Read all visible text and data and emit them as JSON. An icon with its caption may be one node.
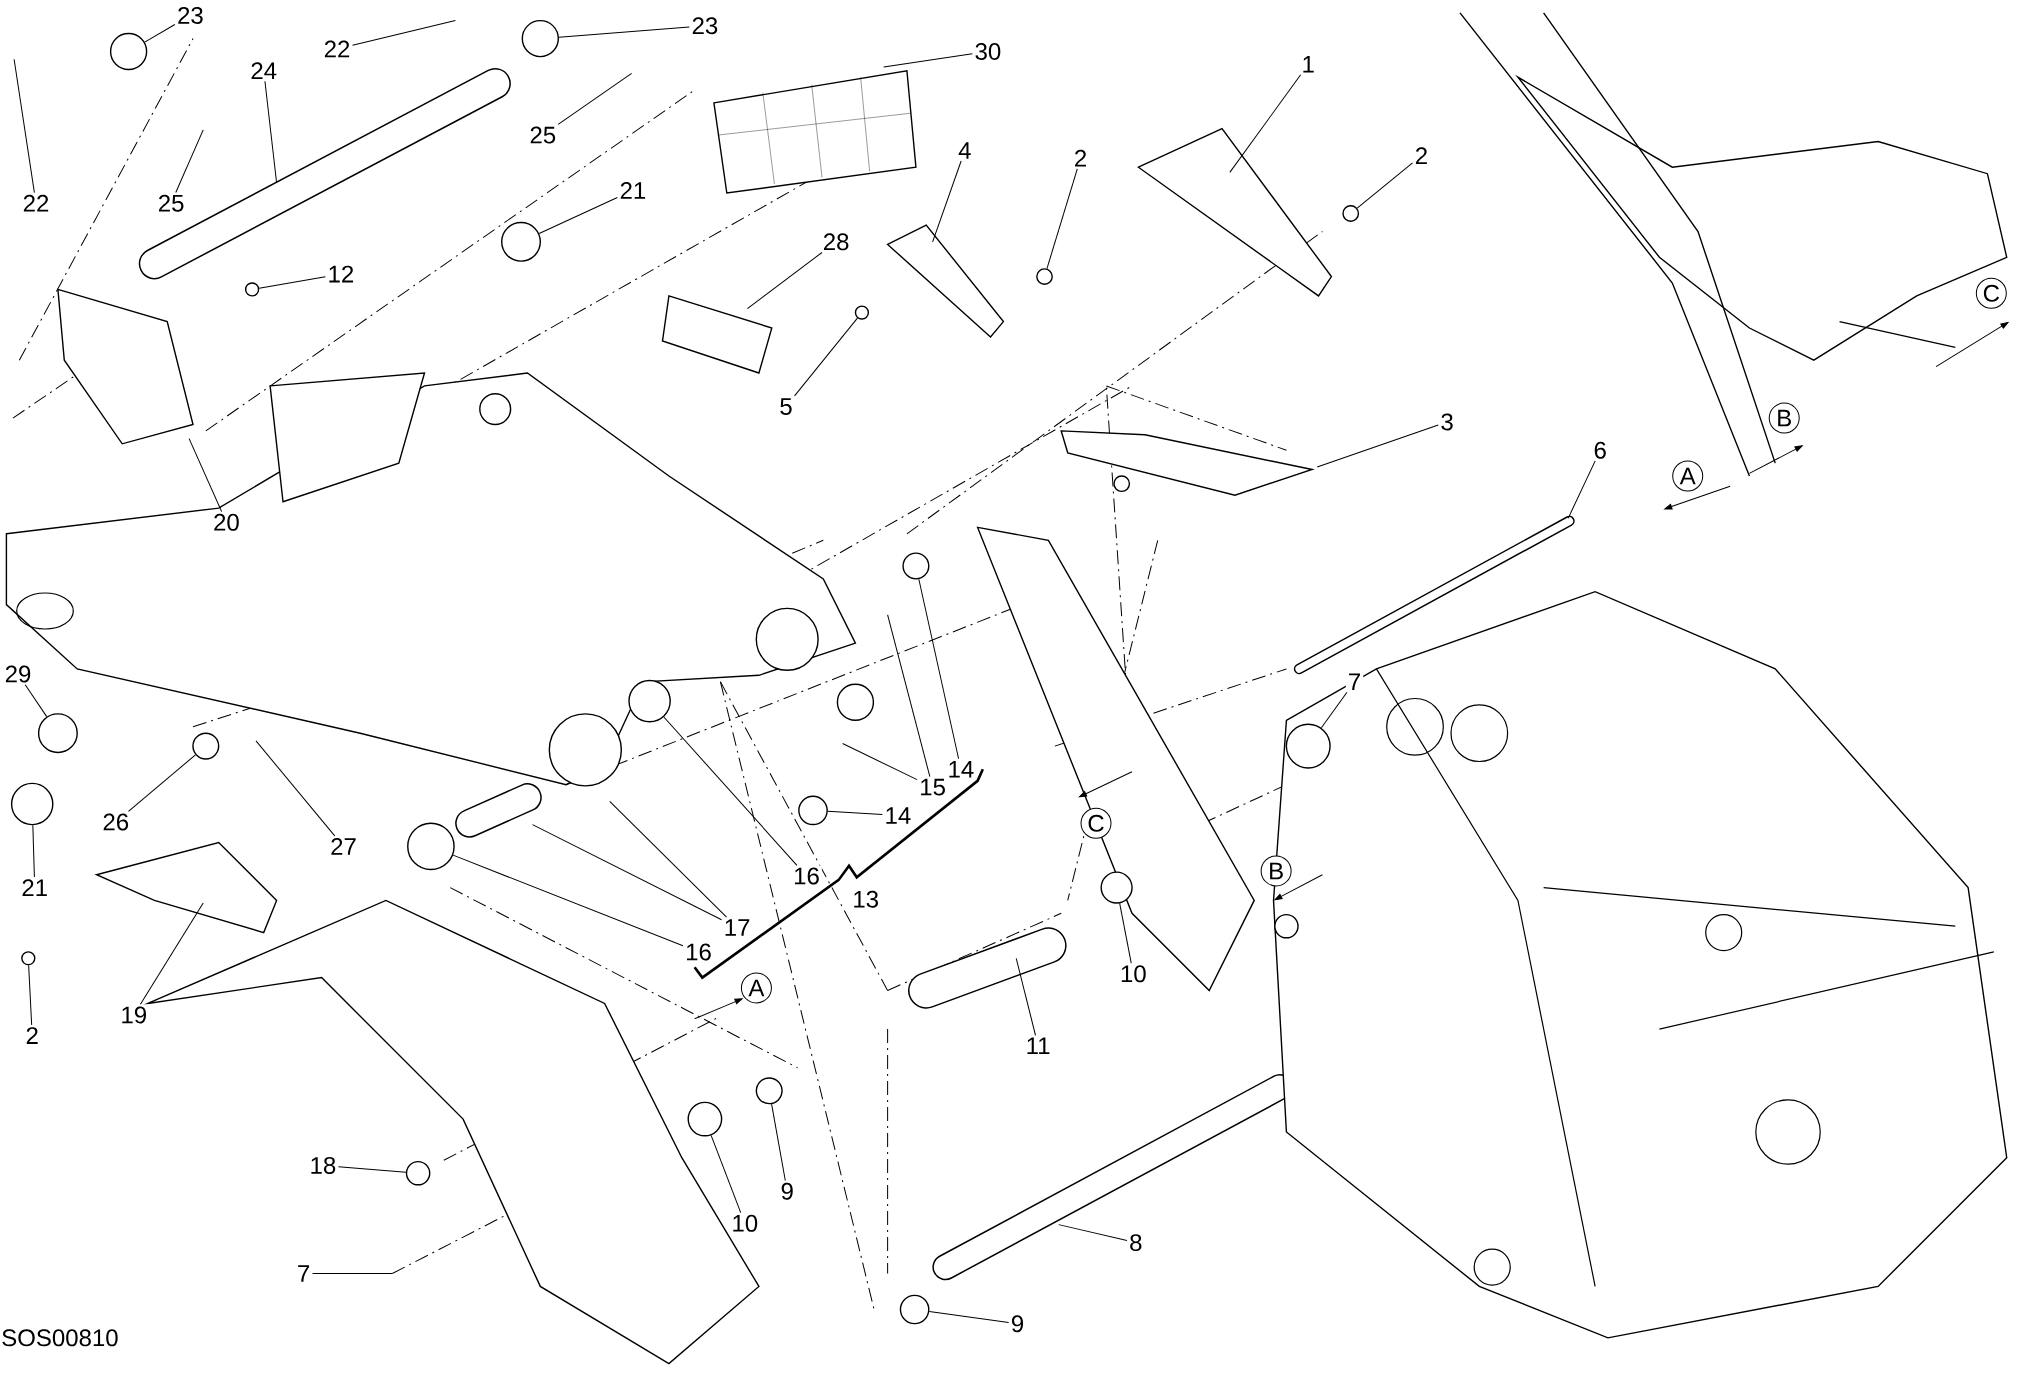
{
  "diagram": {
    "nodes": [
      {
        "text": [
          "23"
        ]
      },
      {
        "text": [
          "22"
        ]
      },
      {
        "text": [
          "25"
        ]
      },
      {
        "text": [
          "24"
        ]
      },
      {
        "text": [
          "22"
        ]
      },
      {
        "text": [
          "23"
        ]
      },
      {
        "text": [
          "25"
        ]
      },
      {
        "text": [
          "30"
        ]
      },
      {
        "text": [
          "21"
        ]
      },
      {
        "text": [
          "12"
        ]
      },
      {
        "text": [
          "28"
        ]
      },
      {
        "text": [
          "4"
        ]
      },
      {
        "text": [
          "2"
        ]
      },
      {
        "text": [
          "5"
        ]
      },
      {
        "text": [
          "20"
        ]
      },
      {
        "text": [
          "29"
        ]
      },
      {
        "text": [
          "21"
        ]
      },
      {
        "text": [
          "26"
        ]
      },
      {
        "text": [
          "27"
        ]
      },
      {
        "text": [
          "2"
        ]
      },
      {
        "text": [
          "19"
        ]
      },
      {
        "text": [
          "16"
        ]
      },
      {
        "text": [
          "17"
        ]
      },
      {
        "text": [
          "16"
        ]
      },
      {
        "text": [
          "13"
        ]
      },
      {
        "text": [
          "15"
        ]
      },
      {
        "text": [
          "14"
        ]
      },
      {
        "text": [
          "14"
        ]
      },
      {
        "text": [
          "11"
        ]
      },
      {
        "text": [
          "18"
        ]
      },
      {
        "text": [
          "10"
        ]
      },
      {
        "text": [
          "9"
        ]
      },
      {
        "text": [
          "7"
        ]
      },
      {
        "text": [
          "9"
        ]
      },
      {
        "text": [
          "8"
        ]
      },
      {
        "text": [
          "10"
        ]
      },
      {
        "text": [
          "7"
        ]
      },
      {
        "text": [
          "1"
        ]
      },
      {
        "text": [
          "2"
        ]
      },
      {
        "text": [
          "3"
        ]
      },
      {
        "text": [
          "6"
        ]
      },
      {
        "text": [],
        "shape": "circle"
      },
      {
        "text": [],
        "shape": "circle"
      },
      {
        "text": [],
        "shape": "circle"
      },
      {
        "text": [],
        "shape": "circle"
      },
      {
        "text": [],
        "shape": "circle"
      },
      {
        "text": [],
        "shape": "circle"
      },
      {
        "text": [],
        "shape": "circle"
      },
      {
        "text": [],
        "shape": "circle"
      },
      {
        "text": [],
        "shape": "circle"
      },
      {
        "text": [],
        "shape": "circle"
      },
      {
        "text": [],
        "shape": "circle"
      },
      {
        "text": [],
        "shape": "circle"
      },
      {
        "text": [],
        "shape": "circle"
      },
      {
        "text": [],
        "shape": "circle"
      },
      {
        "text": [],
        "shape": "circle"
      },
      {
        "text": [],
        "shape": "circle"
      },
      {
        "text": [],
        "shape": "circle"
      },
      {
        "text": [],
        "shape": "circle"
      },
      {
        "text": [],
        "shape": "circle"
      },
      {
        "text": [],
        "shape": "circle"
      },
      {
        "text": [],
        "shape": "circle"
      },
      {
        "text": [
          "C"
        ]
      },
      {
        "text": [
          "B"
        ]
      },
      {
        "text": [
          "A"
        ]
      },
      {
        "text": [
          "C"
        ]
      },
      {
        "text": [
          "B"
        ]
      },
      {
        "text": [
          "A"
        ]
      }
    ],
    "edges": [
      {
        "from": 0,
        "to": 41,
        "arrow": "none"
      },
      {
        "from": 1,
        "to": null,
        "arrow": "none"
      },
      {
        "from": 2,
        "to": null,
        "arrow": "none"
      },
      {
        "from": 3,
        "to": null,
        "arrow": "none"
      },
      {
        "from": 4,
        "to": null,
        "arrow": "none"
      },
      {
        "from": 5,
        "to": 42,
        "arrow": "none"
      },
      {
        "from": 6,
        "to": null,
        "arrow": "none"
      },
      {
        "from": 7,
        "to": null,
        "arrow": "none"
      },
      {
        "from": 8,
        "to": 43,
        "arrow": "none"
      },
      {
        "from": 9,
        "to": 44,
        "arrow": "none"
      },
      {
        "from": 10,
        "to": null,
        "arrow": "none"
      },
      {
        "from": 11,
        "to": null,
        "arrow": "none"
      },
      {
        "from": 12,
        "to": 45,
        "arrow": "none"
      },
      {
        "from": 13,
        "to": 46,
        "arrow": "none"
      },
      {
        "from": 14,
        "to": null,
        "arrow": "none"
      },
      {
        "from": 15,
        "to": 47,
        "arrow": "none"
      },
      {
        "from": 16,
        "to": 48,
        "arrow": "none"
      },
      {
        "from": 17,
        "to": 49,
        "arrow": "none"
      },
      {
        "from": 18,
        "to": null,
        "arrow": "none"
      },
      {
        "from": 19,
        "to": 50,
        "arrow": "none"
      },
      {
        "from": 20,
        "to": null,
        "arrow": "none"
      },
      {
        "from": 21,
        "to": 51,
        "arrow": "none"
      },
      {
        "from": 22,
        "to": null,
        "arrow": "none"
      },
      {
        "from": 22,
        "to": null,
        "arrow": "none"
      },
      {
        "from": 23,
        "to": 52,
        "arrow": "none"
      },
      {
        "from": 25,
        "to": null,
        "arrow": "none"
      },
      {
        "from": 25,
        "to": null,
        "arrow": "none"
      },
      {
        "from": 26,
        "to": 53,
        "arrow": "none"
      },
      {
        "from": 27,
        "to": 54,
        "arrow": "none"
      },
      {
        "from": 28,
        "to": null,
        "arrow": "none"
      },
      {
        "from": 29,
        "to": 55,
        "arrow": "none"
      },
      {
        "from": 30,
        "to": 56,
        "arrow": "none"
      },
      {
        "from": 31,
        "to": 57,
        "arrow": "none"
      },
      {
        "from": 32,
        "to": null,
        "arrow": "none"
      },
      {
        "from": 33,
        "to": 58,
        "arrow": "none"
      },
      {
        "from": 34,
        "to": null,
        "arrow": "none"
      },
      {
        "from": 35,
        "to": 59,
        "arrow": "none"
      },
      {
        "from": 36,
        "to": 60,
        "arrow": "none"
      },
      {
        "from": 37,
        "to": null,
        "arrow": "none"
      },
      {
        "from": 38,
        "to": 61,
        "arrow": "none"
      },
      {
        "from": 39,
        "to": null,
        "arrow": "none"
      },
      {
        "from": 40,
        "to": null,
        "arrow": "none"
      }
    ],
    "labels": [
      "SOS00810"
    ]
  }
}
